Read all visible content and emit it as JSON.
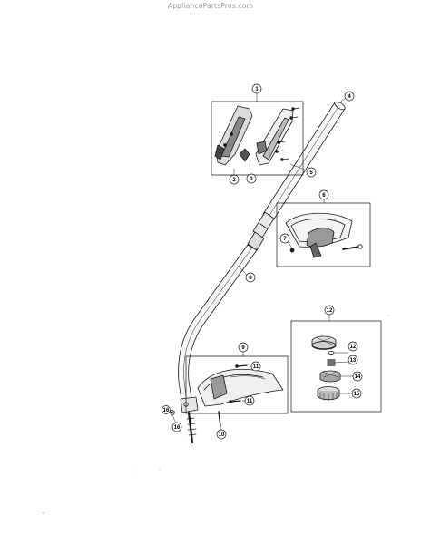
{
  "watermark": "AppliancePartsPros.com",
  "callouts": [
    {
      "id": "c1",
      "label": "1"
    },
    {
      "id": "c2",
      "label": "2"
    },
    {
      "id": "c3",
      "label": "3"
    },
    {
      "id": "c4",
      "label": "4"
    },
    {
      "id": "c5",
      "label": "5"
    },
    {
      "id": "c6",
      "label": "6"
    },
    {
      "id": "c7",
      "label": "7"
    },
    {
      "id": "c8",
      "label": "8"
    },
    {
      "id": "c9",
      "label": "9"
    },
    {
      "id": "c10",
      "label": "10"
    },
    {
      "id": "c11a",
      "label": "11"
    },
    {
      "id": "c11b",
      "label": "11"
    },
    {
      "id": "c12",
      "label": "12"
    },
    {
      "id": "c12b",
      "label": "12"
    },
    {
      "id": "c13",
      "label": "13"
    },
    {
      "id": "c14",
      "label": "14"
    },
    {
      "id": "c15",
      "label": "15"
    },
    {
      "id": "c16",
      "label": "16"
    },
    {
      "id": "c16b",
      "label": "16"
    }
  ],
  "colors": {
    "ink": "#1a1a1a",
    "watermark": "#9a9a9a",
    "background": "#ffffff"
  }
}
